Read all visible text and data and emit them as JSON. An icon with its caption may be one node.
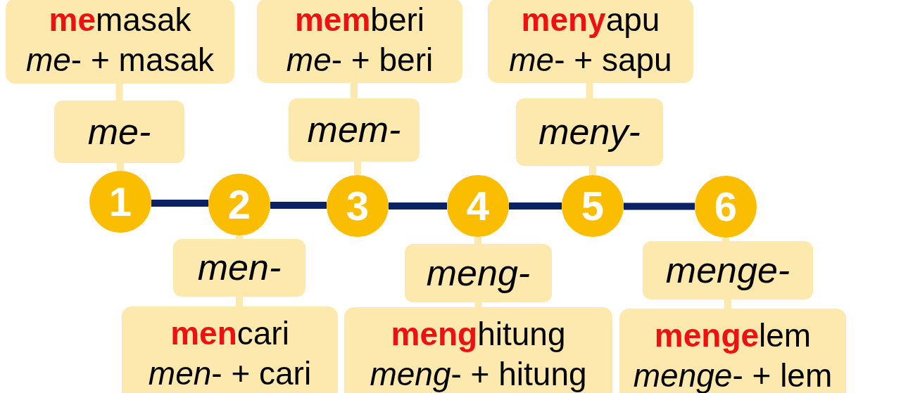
{
  "diagram": {
    "nodes": [
      {
        "text": [
          "**me**masak",
          "*me*- + masak"
        ]
      },
      {
        "text": [
          "**mem**beri",
          "*me*- + beri"
        ]
      },
      {
        "text": [
          "**meny**apu",
          "*me*- + sapu"
        ]
      },
      {
        "text": [
          "me-"
        ]
      },
      {
        "text": [
          "mem-"
        ]
      },
      {
        "text": [
          "meny-"
        ]
      },
      {
        "text": [
          "1"
        ]
      },
      {
        "text": [
          "2"
        ]
      },
      {
        "text": [
          "3"
        ]
      },
      {
        "text": [
          "4"
        ]
      },
      {
        "text": [
          "5"
        ]
      },
      {
        "text": [
          "6"
        ]
      },
      {
        "text": [
          "men-"
        ]
      },
      {
        "text": [
          "meng-"
        ]
      },
      {
        "text": [
          "menge-"
        ]
      },
      {
        "text": [
          "**men**cari",
          "*men*- + cari"
        ]
      },
      {
        "text": [
          "**meng**hitung",
          "*meng*- + hitung"
        ]
      },
      {
        "text": [
          "**menge**lem",
          "*menge*- + lem"
        ]
      }
    ],
    "edges": [
      {
        "from": 6,
        "to": 7,
        "arrow": "none",
        "color": "#0a2263"
      },
      {
        "from": 7,
        "to": 8,
        "arrow": "none",
        "color": "#0a2263"
      },
      {
        "from": 8,
        "to": 9,
        "arrow": "none",
        "color": "#0a2263"
      },
      {
        "from": 9,
        "to": 10,
        "arrow": "none",
        "color": "#0a2263"
      },
      {
        "from": 10,
        "to": 11,
        "arrow": "none",
        "color": "#0a2263"
      },
      {
        "from": 0,
        "to": 3,
        "arrow": "none"
      },
      {
        "from": 3,
        "to": 6,
        "arrow": "none"
      },
      {
        "from": 1,
        "to": 4,
        "arrow": "none"
      },
      {
        "from": 4,
        "to": 8,
        "arrow": "none"
      },
      {
        "from": 2,
        "to": 5,
        "arrow": "none"
      },
      {
        "from": 5,
        "to": 10,
        "arrow": "none"
      },
      {
        "from": 7,
        "to": 12,
        "arrow": "none"
      },
      {
        "from": 12,
        "to": 15,
        "arrow": "none"
      },
      {
        "from": 9,
        "to": 13,
        "arrow": "none"
      },
      {
        "from": 13,
        "to": 16,
        "arrow": "none"
      },
      {
        "from": 11,
        "to": 14,
        "arrow": "none"
      },
      {
        "from": 14,
        "to": 17,
        "arrow": "none"
      }
    ]
  }
}
